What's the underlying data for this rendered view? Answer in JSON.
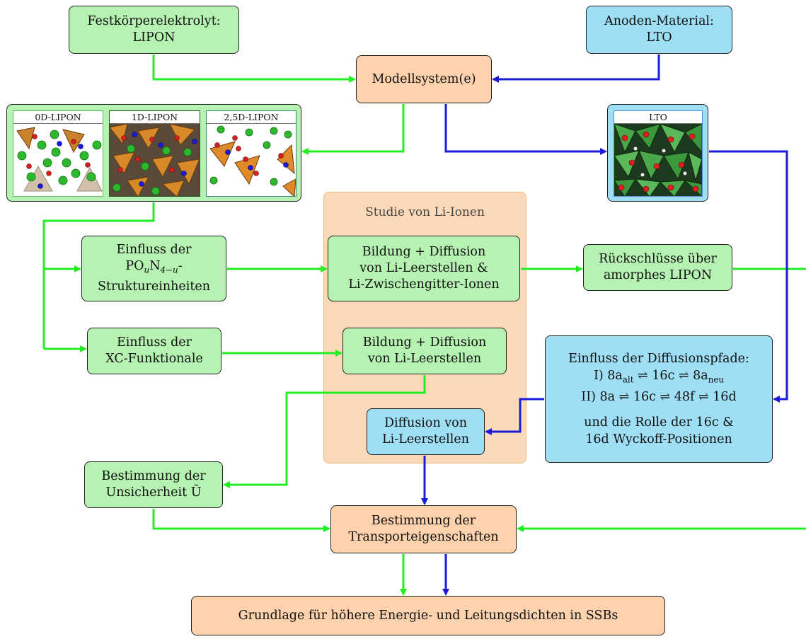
{
  "nodes": {
    "electrolyte": {
      "line1": "Festkörperelektrolyt:",
      "line2": "LIPON"
    },
    "anode": {
      "line1": "Anoden-Material:",
      "line2": "LTO"
    },
    "model": {
      "label": "Modellsystem(e)"
    },
    "lipon_panel": {
      "tiles": [
        "0D-LIPON",
        "1D-LIPON",
        "2,5D-LIPON"
      ]
    },
    "lto_panel": {
      "tile": "LTO"
    },
    "study_group": {
      "title": "Studie von Li-Ionen"
    },
    "influence_units": {
      "line1": "Einfluss der",
      "line2_a": "PO",
      "line2_sub1": "u",
      "line2_b": "N",
      "line2_sub2": "4−u",
      "line2_c": "-",
      "line3": "Struktureinheiten"
    },
    "formation1": {
      "line1": "Bildung + Diffusion",
      "line2": "von Li-Leerstellen &",
      "line3": "Li-Zwischengitter-Ionen"
    },
    "conclusions": {
      "line1": "Rückschlüsse über",
      "line2": "amorphes LIPON"
    },
    "influence_xc": {
      "line1": "Einfluss der",
      "line2": "XC-Funktionale"
    },
    "formation2": {
      "line1": "Bildung + Diffusion",
      "line2": "von Li-Leerstellen"
    },
    "diffusion_paths": {
      "line1": "Einfluss der Diffusionspfade:",
      "line2_prefix": "I) 8a",
      "line2_sub_alt": "alt",
      "line2_mid": " ⇌ 16c ⇌ 8a",
      "line2_sub_neu": "neu",
      "line3": "II) 8a ⇌ 16c ⇌ 48f ⇌ 16d",
      "line4": "und die Rolle der 16c &",
      "line5": "16d Wyckoff-Positionen"
    },
    "diffusion_vac": {
      "line1": "Diffusion von",
      "line2": "Li-Leerstellen"
    },
    "uncertainty": {
      "line1": "Bestimmung der",
      "line2": "Unsicherheit Ũ"
    },
    "transport": {
      "line1": "Bestimmung der",
      "line2": "Transporteigenschaften"
    },
    "foundation": {
      "label": "Grundlage für höhere Energie- und Leitungsdichten in SSBs"
    }
  },
  "colors": {
    "green_fill": "#b6f2b2",
    "blue_fill": "#9fdff6",
    "peach_fill": "#fdd2ad",
    "green_arrow": "#22ee22",
    "blue_arrow": "#1a1ad8"
  }
}
